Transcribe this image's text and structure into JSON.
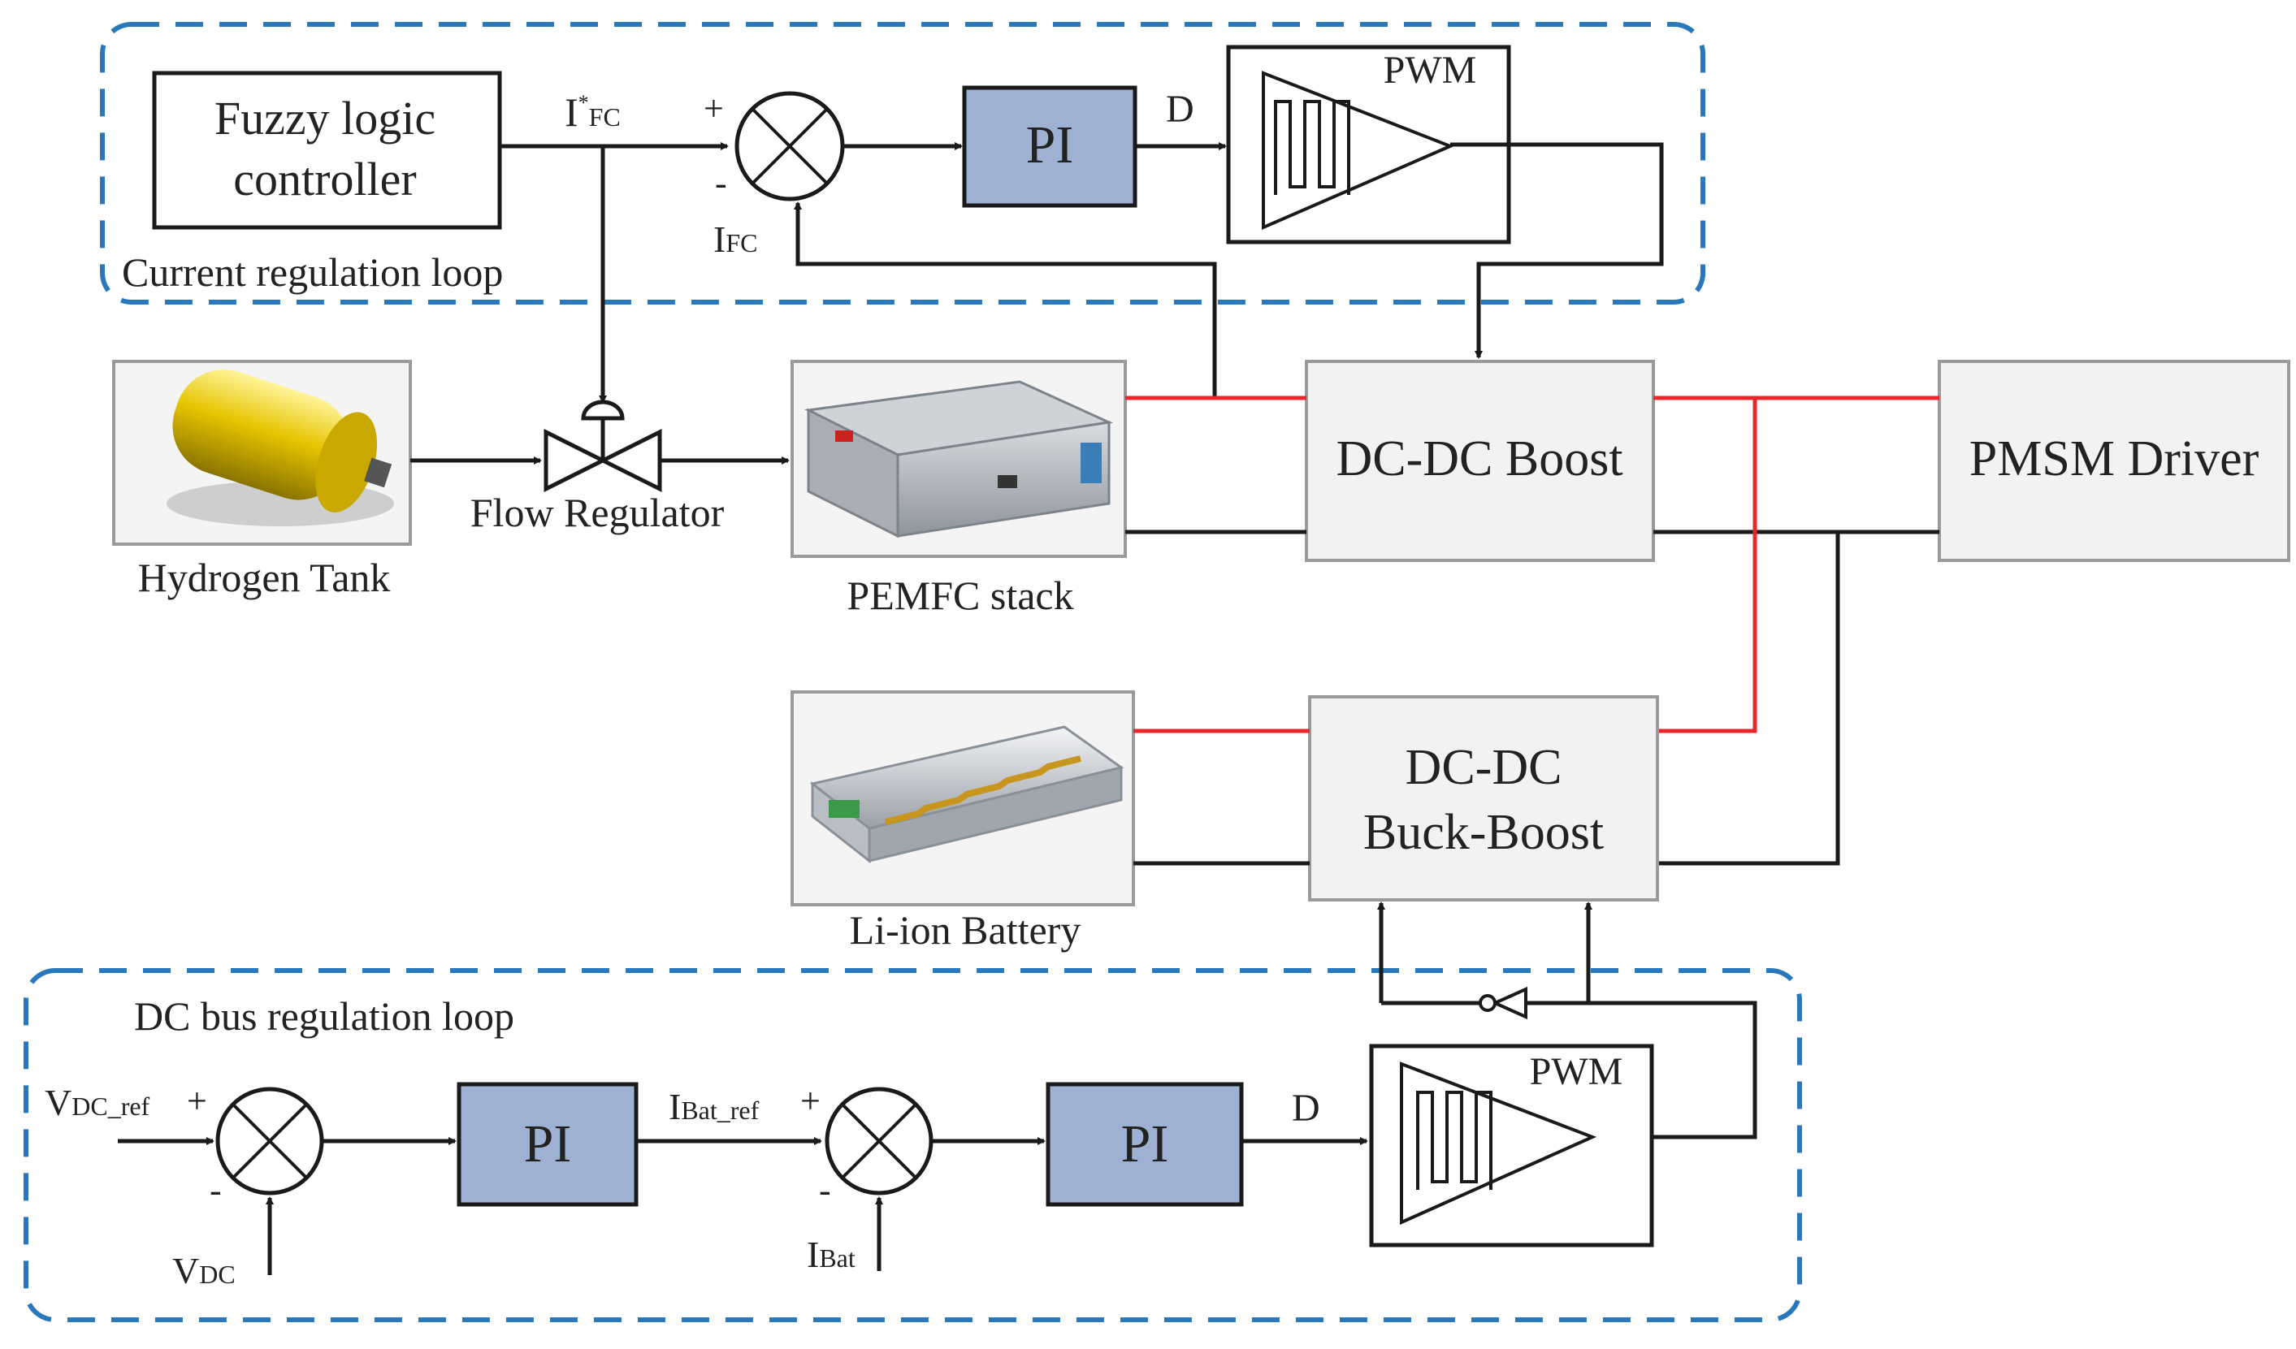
{
  "loops": {
    "current": {
      "label": "Current regulation loop"
    },
    "dcbus": {
      "label": "DC bus regulation loop"
    }
  },
  "blocks": {
    "fuzzy": {
      "line1": "Fuzzy logic",
      "line2": "controller"
    },
    "pi_top": "PI",
    "pwm_top": "PWM",
    "boost": "DC-DC Boost",
    "pmsm": "PMSM Driver",
    "buckboost": {
      "line1": "DC-DC",
      "line2": "Buck-Boost"
    },
    "pi_bot1": "PI",
    "pi_bot2": "PI",
    "pwm_bot": "PWM"
  },
  "components": {
    "tank": "Hydrogen Tank",
    "regulator": "Flow Regulator",
    "stack": "PEMFC stack",
    "battery": "Li-ion Battery"
  },
  "signals": {
    "ifc_ref": {
      "main": "I",
      "sup": "*",
      "sub": "FC"
    },
    "ifc": {
      "main": "I",
      "sub": "FC"
    },
    "d_top": "D",
    "vdc_ref": {
      "main": "V",
      "sub": "DC_ref"
    },
    "vdc": {
      "main": "V",
      "sub": "DC"
    },
    "ibat_ref": {
      "main": "I",
      "sub": "Bat_ref"
    },
    "ibat": {
      "main": "I",
      "sub": "Bat"
    },
    "d_bot": "D",
    "plus": "+",
    "minus": "-"
  },
  "colors": {
    "positive_rail": "#e8262b",
    "loop_border": "#2a78bc",
    "pi_fill": "#9fb1d2"
  }
}
